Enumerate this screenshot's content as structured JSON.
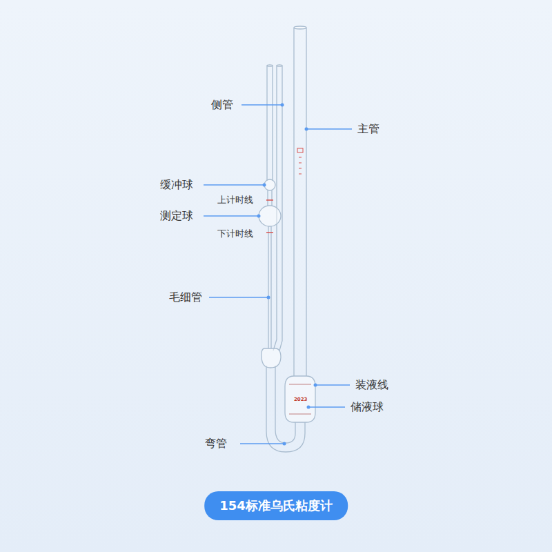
{
  "diagram": {
    "title": "154标准乌氏粘度计",
    "labels": [
      "侧管",
      "主管",
      "缓冲球",
      "上计时线",
      "测定球",
      "下计时线",
      "毛细管",
      "装液线",
      "储液球",
      "弯管",
      "2023"
    ]
  }
}
